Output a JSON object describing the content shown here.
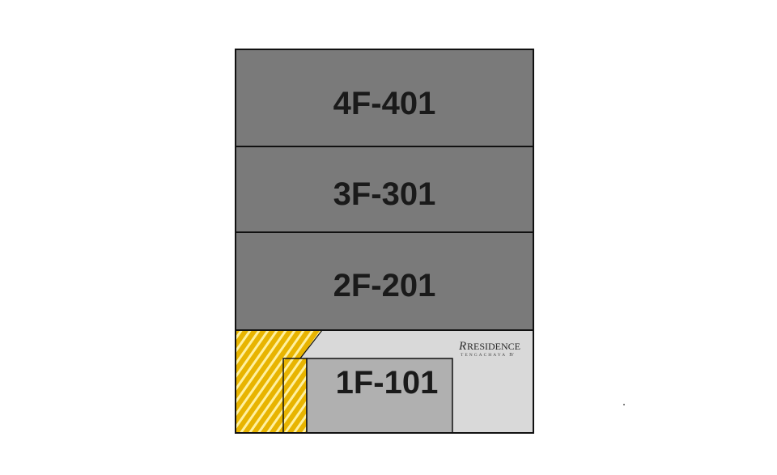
{
  "floors": [
    {
      "label": "4F-401"
    },
    {
      "label": "3F-301"
    },
    {
      "label": "2F-201"
    },
    {
      "label": "1F-101"
    }
  ],
  "logo": {
    "mark": "R",
    "name": "RESIDENCE",
    "subtitle": "TENGACHAYA Ⅳ"
  },
  "colors": {
    "upper_floor_fill": "#7a7a7a",
    "ground_floor_fill": "#d9d9d9",
    "unit_101_fill": "#b0b0b0",
    "hatch_base": "#e8b400",
    "hatch_stripe": "#fff4b0",
    "outline": "#111111"
  }
}
